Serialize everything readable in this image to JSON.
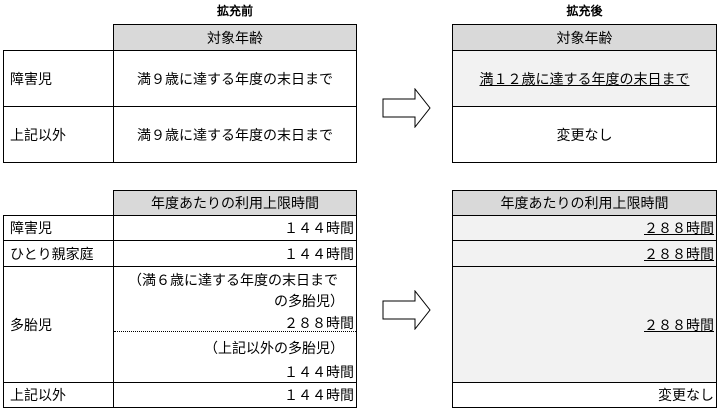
{
  "headers": {
    "before": "拡充前",
    "after": "拡充後"
  },
  "table1": {
    "col_header": "対象年齢",
    "rows": [
      {
        "label": "障害児",
        "before": "満９歳に達する年度の末日まで",
        "after": "満１２歳に達する年度の末日まで"
      },
      {
        "label": "上記以外",
        "before": "満９歳に達する年度の末日まで",
        "after": "変更なし"
      }
    ]
  },
  "table2": {
    "col_header": "年度あたりの利用上限時間",
    "rows": [
      {
        "label": "障害児",
        "before": "１４４時間",
        "after": "２８８時間"
      },
      {
        "label": "ひとり親家庭",
        "before": "１４４時間",
        "after": "２８８時間"
      },
      {
        "label": "多胎児",
        "before_lines": [
          "（満６歳に達する年度の末日まで",
          "の多胎児）",
          "２８８時間",
          "（上記以外の多胎児）",
          "１４４時間"
        ],
        "after": "２８８時間"
      },
      {
        "label": "上記以外",
        "before": "１４４時間",
        "after": "変更なし"
      }
    ]
  }
}
